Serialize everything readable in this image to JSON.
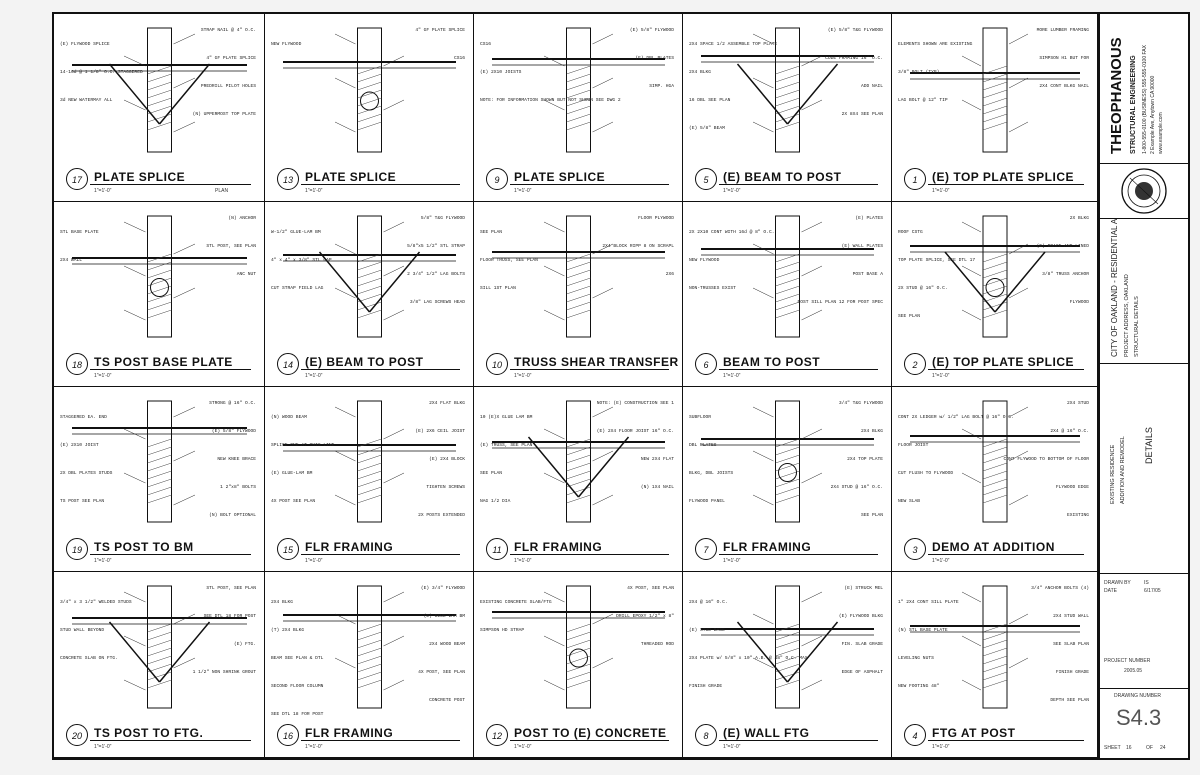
{
  "details": [
    {
      "num": "17",
      "title": "PLATE SPLICE",
      "scale": "1\"=1'-0\"",
      "plan": "PLAN",
      "notes": [
        "STRAP NAIL @ 4\" O.C.",
        "(E) FLYWOOD SPLICE",
        "4\" GF PLATE SPLICE",
        "14-16d @ 1 1/8\" O.C. STAGGERED",
        "PREDRILL PILOT HOLES",
        "3d NEW WATERMAY ALL",
        "(N) UPPERMOST TOP PLATE"
      ]
    },
    {
      "num": "13",
      "title": "PLATE SPLICE",
      "scale": "1\"=1'-0\"",
      "plan": "",
      "notes": [
        "4\" GF PLATE SPLICE",
        "NEW FLYWOOD",
        "CS16"
      ]
    },
    {
      "num": "9",
      "title": "PLATE SPLICE",
      "scale": "1\"=1'-0\"",
      "plan": "",
      "notes": [
        "(E) 5/8\" FLYWOOD",
        "CS16",
        "(E) DBL PLATES",
        "(E) 2X10 JOISTS",
        "SIMP. HGA",
        "NOTE: FOR INFORMATION SHOWN BUT NOT SHOWN SEE DWG 2"
      ]
    },
    {
      "num": "5",
      "title": "(E) BEAM TO POST",
      "scale": "1\"=1'-0\"",
      "plan": "",
      "notes": [
        "(E) 5/8\" T&G FLYWOOD",
        "2X4 SPACE 1/2 ASSEMBLE TOP PLATE",
        "CODE FRAMING 16\" O.C.",
        "2X4 BLKG",
        "ADD NAIL",
        "16 DBL SEE PLAN",
        "2X 8X4 SEE PLAN",
        "(E) 5/8\" BEAM"
      ]
    },
    {
      "num": "1",
      "title": "(E) TOP PLATE SPLICE",
      "scale": "1\"=1'-0\"",
      "plan": "",
      "notes": [
        "MORE LUMBER FRAMING",
        "ELEMENTS SHOWN ARE EXISTING",
        "SIMPSON H1 BUT FOR",
        "3/8\" BOLT (TYP)",
        "2X4 CONT BLKG NAIL",
        "LAG BOLT @ 12\" TIP"
      ]
    },
    {
      "num": "18",
      "title": "TS POST BASE PLATE",
      "scale": "1\"=1'-0\"",
      "plan": "",
      "notes": [
        "(N) ANCHOR",
        "STL BASE PLATE",
        "STL POST, SEE PLAN",
        "2X4 WALL",
        "ANC NUT"
      ]
    },
    {
      "num": "14",
      "title": "(E) BEAM TO POST",
      "scale": "1\"=1'-0\"",
      "plan": "",
      "notes": [
        "5/8\" T&G FLYWOOD",
        "W-1/2\" GLUE-LAM BM",
        "5/8\"x5 1/2\" STL STRAP",
        "4\" x 4\" x 3/8\" STL CAP",
        "2 3/4\" 1/2\" LAG BOLTS",
        "CUT STRAP FIELD LAG",
        "3/8\" LAG SCREWS HEAD"
      ]
    },
    {
      "num": "10",
      "title": "TRUSS SHEAR TRANSFER BLOCK",
      "scale": "1\"=1'-0\"",
      "plan": "",
      "notes": [
        "FLOOR PLYWOOD",
        "SEE PLAN",
        "2X4 BLOCK RIPP 8 ON SCRAPL",
        "FLOOR TRUSS, SEE PLAN",
        "2X6",
        "SILL 1ST PLAN"
      ]
    },
    {
      "num": "6",
      "title": "BEAM TO POST",
      "scale": "1\"=1'-0\"",
      "plan": "",
      "notes": [
        "(E) PLATES",
        "2X 2X10 CONT WITH 16d @ 8\" O.C.",
        "(E) WALL PLATES",
        "NEW FLYWOOD",
        "POST BASE A",
        "NON-TRUSSES EXIST",
        "POST SILL PLAN 12 FOR POST SPEC"
      ]
    },
    {
      "num": "2",
      "title": "(E) TOP PLATE SPLICE",
      "scale": "1\"=1'-0\"",
      "plan": "",
      "notes": [
        "2X BLKG",
        "ROOF CSTG",
        "(E) BRACE AND LINED",
        "TOP PLATE SPLICE, SEE DTL 17",
        "3/8\" TRUSS ANCHOR",
        "2X STUD @ 16\" O.C.",
        "FLYWOOD",
        "SEE PLAN"
      ]
    },
    {
      "num": "19",
      "title": "TS POST TO BM",
      "scale": "1\"=1'-0\"",
      "plan": "",
      "notes": [
        "STRONG @ 16\" O.C.",
        "STAGGERED EA. END",
        "(E) 5/8\" FLYWOOD",
        "(E) 2X10 JOIST",
        "NEW KNEE BRACE",
        "2X DBL PLATES STUDS",
        "1 2\"x8\" BOLTS",
        "TS POST SEE PLAN",
        "(N) BOLT OPTIONAL"
      ]
    },
    {
      "num": "15",
      "title": "FLR FRAMING",
      "scale": "1\"=1'-0\"",
      "plan": "",
      "notes": [
        "2X4 FLAT BLKG",
        "(N) WOOD BEAM",
        "(E) 2X6 CEIL JOIST",
        "SPLICE ONE AT THIS LINE",
        "(E) 2X4 BLOCK",
        "(E) GLUE-LAM BM",
        "TIGHTEN SCREWS",
        "4X POST SEE PLAN",
        "2X POSTS EXTENDED"
      ]
    },
    {
      "num": "11",
      "title": "FLR FRAMING",
      "scale": "1\"=1'-0\"",
      "plan": "",
      "notes": [
        "NOTE: (E) CONSTRUCTION SEE 1",
        "10 (E)X GLUE LAM BM",
        "(E) 2X4 FLOOR JOIST 16\" O.C.",
        "(E) TRUSS, SEE PLAN",
        "NEW 2X4 FLAT",
        "SEE PLAN",
        "(N) 1X4 NAIL",
        "NAG 1/2 DIA"
      ]
    },
    {
      "num": "7",
      "title": "FLR FRAMING",
      "scale": "1\"=1'-0\"",
      "plan": "",
      "notes": [
        "3/4\" T&G FLYWOOD",
        "SUBFLOOR",
        "2X4 BLKG",
        "DBL PLATES",
        "2X4 TOP PLATE",
        "BLKG, DBL JOISTS",
        "2X4 STUD @ 16\" O.C.",
        "FLYWOOD PANEL",
        "SEE PLAN"
      ]
    },
    {
      "num": "3",
      "title": "DEMO AT ADDITION",
      "scale": "1\"=1'-0\"",
      "plan": "",
      "notes": [
        "2X4 STUD",
        "CONT 2X LEDGER w/ 1/2\" LAG BOLT @ 16\" O.C.",
        "2X4 @ 16\" O.C.",
        "FLOOR JOIST",
        "CONT FLYWOOD TO BOTTOM OF FLOOR",
        "CUT FLUSH TO FLYWOOD",
        "FLYWOOD EDGE",
        "NEW SLAB",
        "EXISTING"
      ]
    },
    {
      "num": "20",
      "title": "TS POST TO FTG.",
      "scale": "1\"=1'-0\"",
      "plan": "",
      "notes": [
        "STL POST, SEE PLAN",
        "3/4\" x 3 1/2\" WELDED STUDS",
        "SEE DTL 18 FOR POST",
        "STUD WALL BEYOND",
        "(E) FTG.",
        "CONCRETE SLAB ON FTG.",
        "1 1/2\" NON SHRINK GROUT"
      ]
    },
    {
      "num": "16",
      "title": "FLR FRAMING",
      "scale": "1\"=1'-0\"",
      "plan": "",
      "notes": [
        "(E) 3/4\" FLYWOOD",
        "2X4 BLKG",
        "(E) GLUE-LAM BM",
        "(T) 2X4 BLKG",
        "2X4 WOOD BEAM",
        "BEAM SEE PLAN & DTL",
        "4X POST, SEE PLAN",
        "SECOND FLOOR COLUMN",
        "CONCRETE POST",
        "SEE DTL 18 FOR POST"
      ]
    },
    {
      "num": "12",
      "title": "POST TO (E) CONCRETE",
      "scale": "1\"=1'-0\"",
      "plan": "",
      "notes": [
        "4X POST, SEE PLAN",
        "EXISTING CONCRETE SLAB/FTG",
        "DRILL EPOXY 1/2\" x 8\"",
        "SIMPSON HD STRAP",
        "THREADED ROD"
      ]
    },
    {
      "num": "8",
      "title": "(E) WALL FTG",
      "scale": "1\"=1'-0\"",
      "plan": "",
      "notes": [
        "(E) STRUCK MEL",
        "2X4 @ 16\" O.C.",
        "(E) FLYWOOD BLKG",
        "(E) STUD BASE",
        "FIN. SLAB GRADE",
        "2X4 PLATE w/ 5/8\" x 10\" A.B. @ 48\" O.C. MAX",
        "EDGE OF ASPHALT",
        "FINISH GRADE"
      ]
    },
    {
      "num": "4",
      "title": "FTG AT POST",
      "scale": "1\"=1'-0\"",
      "plan": "",
      "notes": [
        "3/4\" ANCHOR BOLTS (4)",
        "1\" 2X4 CONT SILL PLATE",
        "2X4 STUD WALL",
        "(N) STL BASE PLATE",
        "SEE SLAB PLAN",
        "LEVELING NUTS",
        "FINISH GRADE",
        "NEW FOOTING 48\"",
        "DEPTH SEE PLAN"
      ]
    }
  ],
  "title_block": {
    "firm": "THEOPHANOUS",
    "firm_sub": "STRUCTURAL ENGINEERING",
    "firm_lines": [
      "1-800-555-0100 (BUSINESS) 555-555-0100 FAX",
      "2 Example Ave, Anytown CA 90000",
      "www.example.com"
    ],
    "project": "CITY OF OAKLAND - RESIDENTIAL ADDITION",
    "project_sub": [
      "PROJECT ADDRESS, OAKLAND",
      "STRUCTURAL DETAILS"
    ],
    "sheet_title": "DETAILS",
    "client_lines": [
      "EXISTING RESIDENCE",
      "ADDITION AND REMODEL"
    ],
    "drawn_label": "DRAWN BY",
    "drawn_value": "IS",
    "date_label": "DATE",
    "date_value": "6/17/05",
    "project_number_label": "PROJECT NUMBER",
    "project_number_value": "2005.05",
    "drawing_number_label": "DRAWING NUMBER",
    "drawing_number_value": "S4.3",
    "sheet_label": "SHEET",
    "sheet_value": "16",
    "of_label": "OF",
    "of_value": "24"
  }
}
